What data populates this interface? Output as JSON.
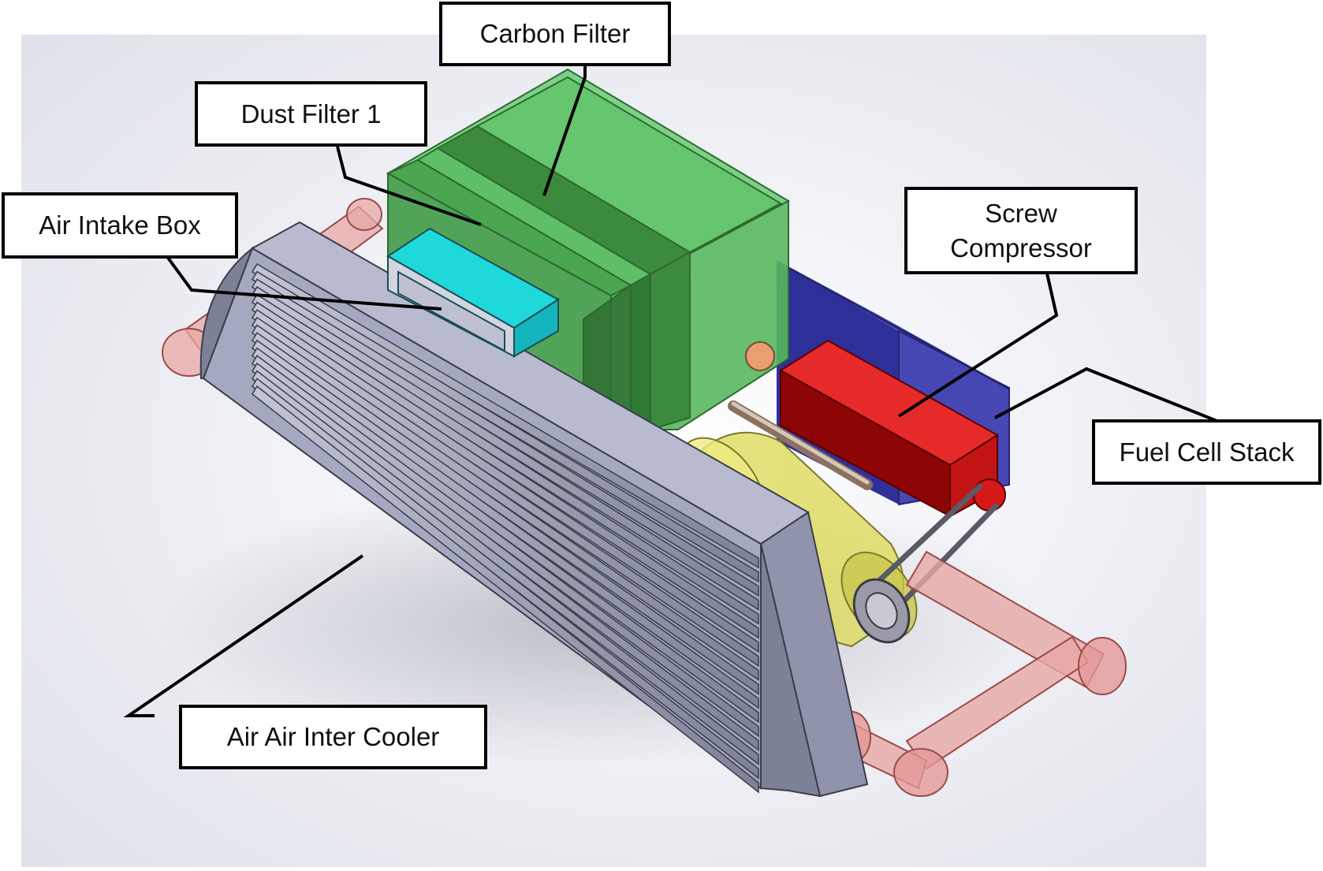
{
  "labels": {
    "carbon_filter": "Carbon Filter",
    "dust_filter": "Dust Filter 1",
    "air_intake_box": "Air Intake Box",
    "screw_compressor": "Screw\nCompressor",
    "fuel_cell_stack": "Fuel Cell Stack",
    "inter_cooler": "Air Air Inter Cooler"
  },
  "colors": {
    "background": "#ffffff",
    "backdrop": "#e9eaf1",
    "carbon_filter": "#5fc06a",
    "carbon_filter_dark": "#3f8f42",
    "air_intake_box": "#1ed8da",
    "screw_compressor": "#d41a1a",
    "fuel_cell_stack": "#3f3fb0",
    "inter_cooler": "#a9adc5",
    "inter_cooler_dark": "#6d7188",
    "pipe": "#e7a8a6",
    "motor": "#e6e36a",
    "leader_line": "#000000"
  }
}
